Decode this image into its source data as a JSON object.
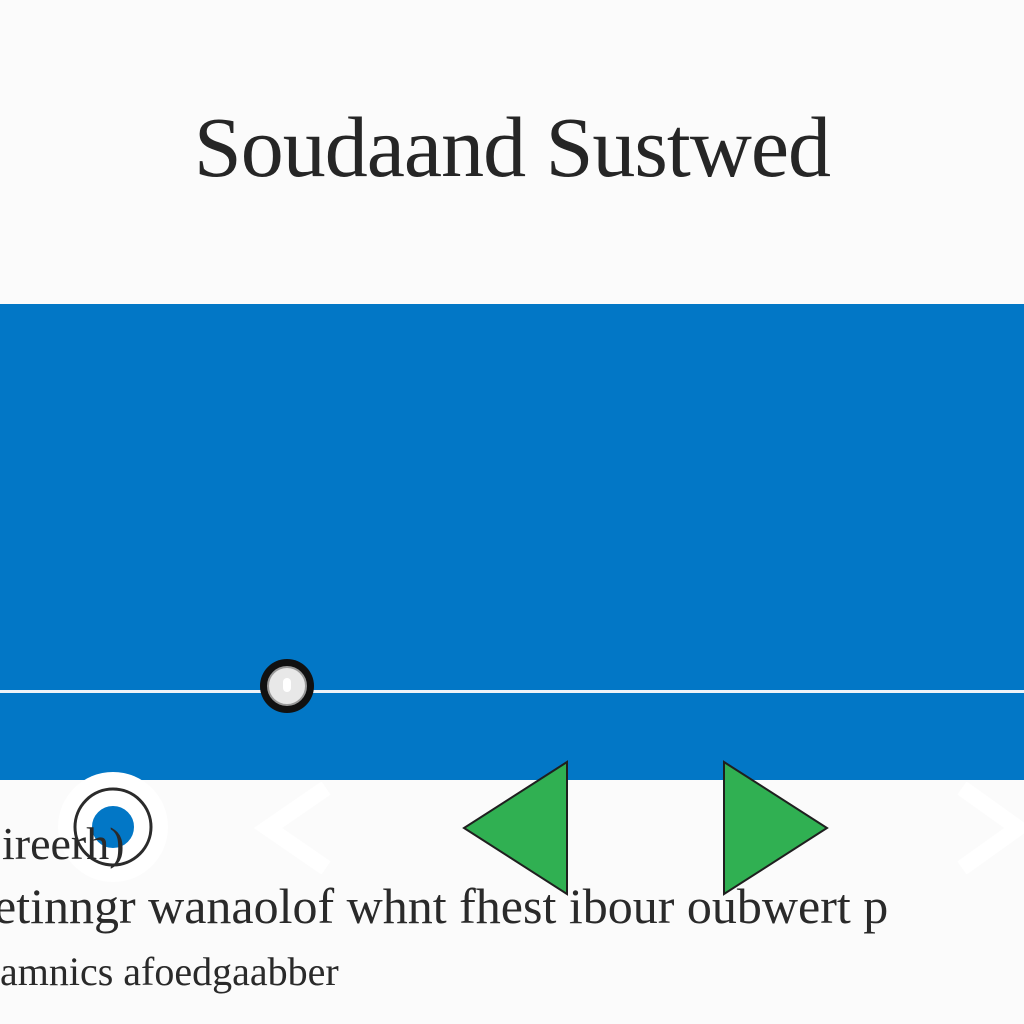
{
  "header": {
    "title": "Soudaand Sustwed"
  },
  "player": {
    "background_color": "#0277c6",
    "accent_color": "#30b052",
    "controls": [
      {
        "icon": "record-icon"
      },
      {
        "icon": "chevron-left-icon"
      },
      {
        "icon": "triangle-left-icon"
      },
      {
        "icon": "triangle-right-icon"
      },
      {
        "icon": "chevron-right-icon"
      }
    ],
    "progress": 0.28
  },
  "description": {
    "lines": [
      "ireerh)",
      "etinngr wanaolof whnt fhest ibour oubwert p",
      "amnics afoedgaabber"
    ]
  }
}
